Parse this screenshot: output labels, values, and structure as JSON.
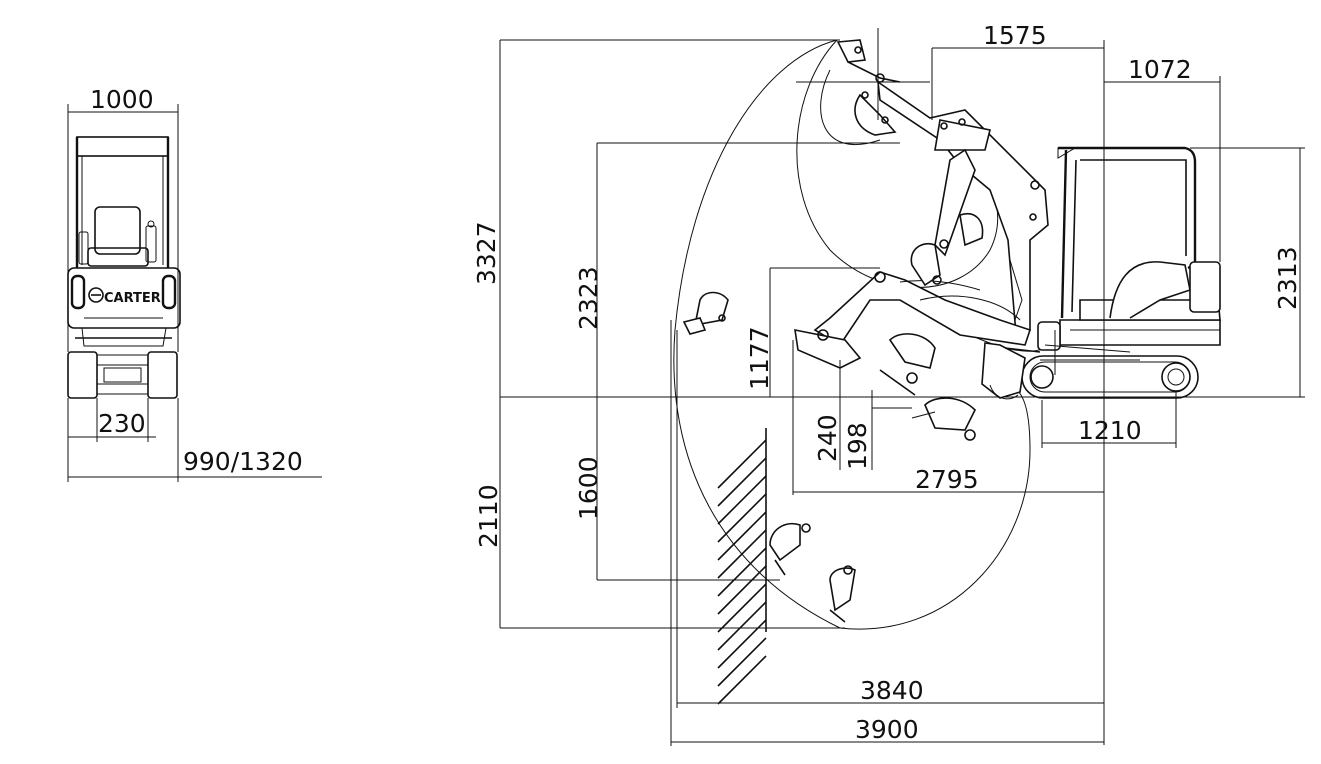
{
  "front_view": {
    "brand_label": "CARTER",
    "dim_width": "1000",
    "dim_track_width": "230",
    "dim_overall_width": "990/1320"
  },
  "side_view": {
    "dims": {
      "max_dig_height": "3327",
      "max_dump_height": "2323",
      "height_1177": "1177",
      "dig_depth": "2110",
      "vertical_wall_depth": "1600",
      "blade_lift": "240",
      "blade_drop": "198",
      "boom_offset": "1575",
      "cab_offset": "1072",
      "machine_height": "2313",
      "track_length": "1210",
      "min_swing_radius": "2795",
      "max_reach_ground": "3840",
      "max_reach": "3900"
    }
  }
}
